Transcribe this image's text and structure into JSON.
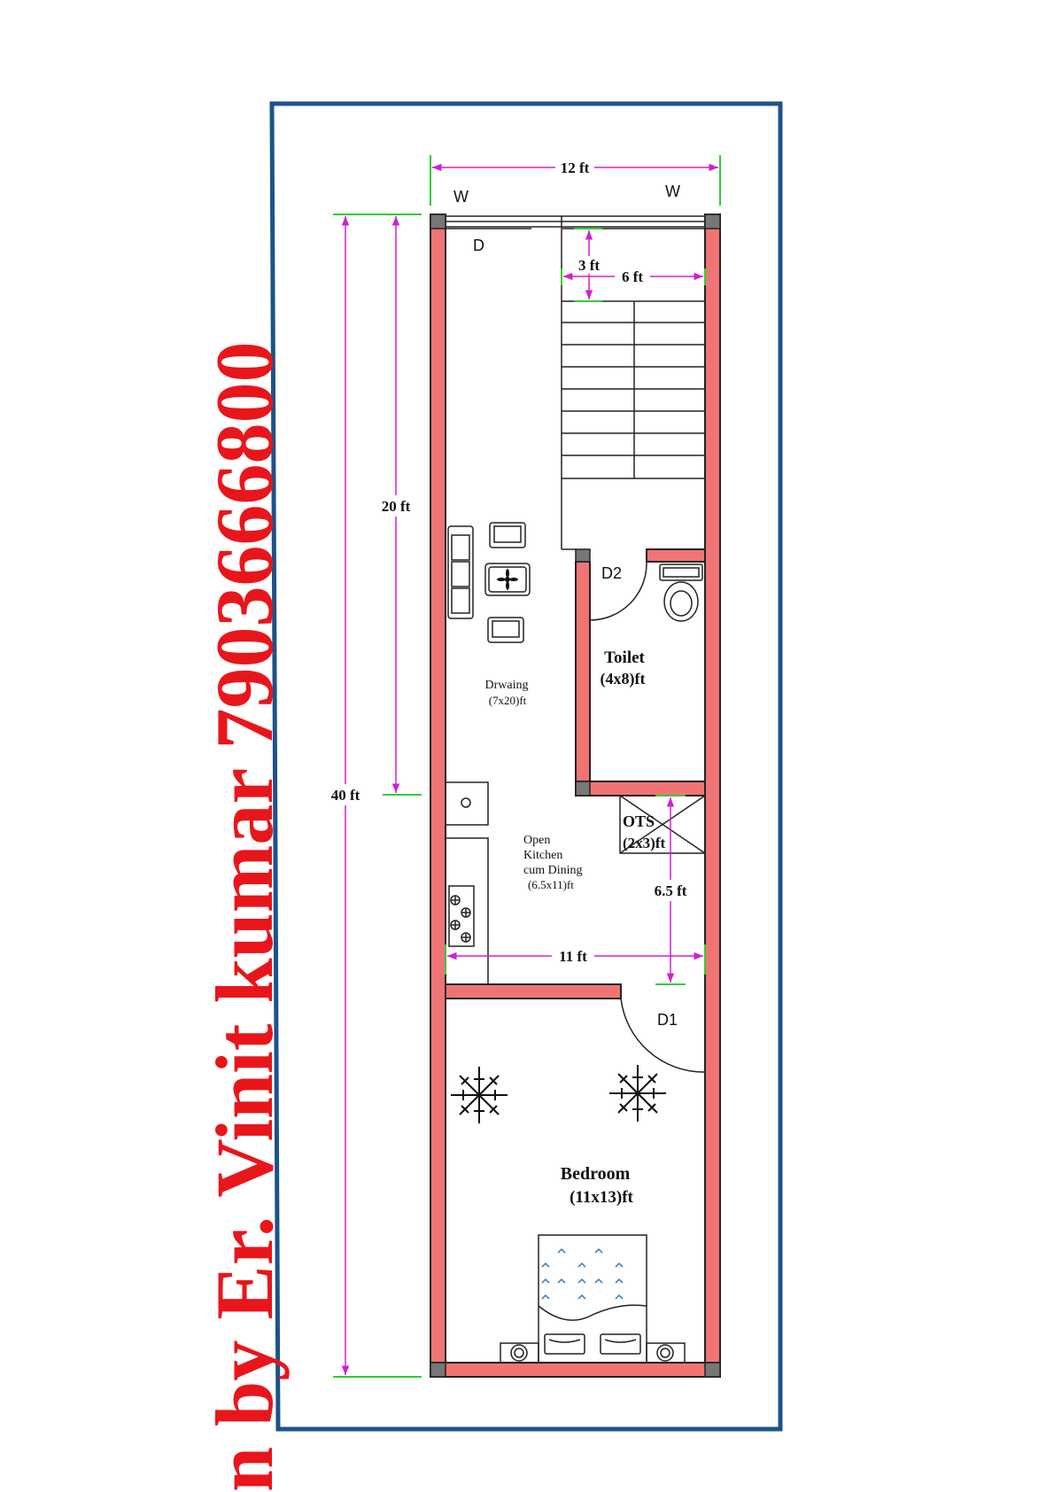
{
  "watermark": {
    "text": "n by Er. Vinit kumar 7903666800",
    "color": "#e8161b"
  },
  "colors": {
    "wall": "#f07474",
    "frame": "#1c5388",
    "dimension": "#d020d0",
    "extension": "#33cc33",
    "column": "#777777"
  },
  "dimensions": {
    "width_top": "12 ft",
    "height_total": "40 ft",
    "height_front": "20 ft",
    "stair_landing": "3 ft",
    "stair_width": "6 ft",
    "kitchen_width": "11 ft",
    "kitchen_depth": "6.5 ft"
  },
  "labels": {
    "window_left": "W",
    "window_right": "W",
    "door_main": "D",
    "door_toilet": "D2",
    "door_bedroom": "D1"
  },
  "rooms": {
    "drawing": {
      "name": "Drwaing",
      "size": "(7x20)ft"
    },
    "toilet": {
      "name": "Toilet",
      "size": "(4x8)ft"
    },
    "ots": {
      "name": "OTS",
      "size": "(2x3)ft"
    },
    "kitchen": {
      "line1": "Open",
      "line2": "Kitchen",
      "line3": "cum Dining",
      "size": "(6.5x11)ft"
    },
    "bedroom": {
      "name": "Bedroom",
      "size": "(11x13)ft"
    }
  }
}
